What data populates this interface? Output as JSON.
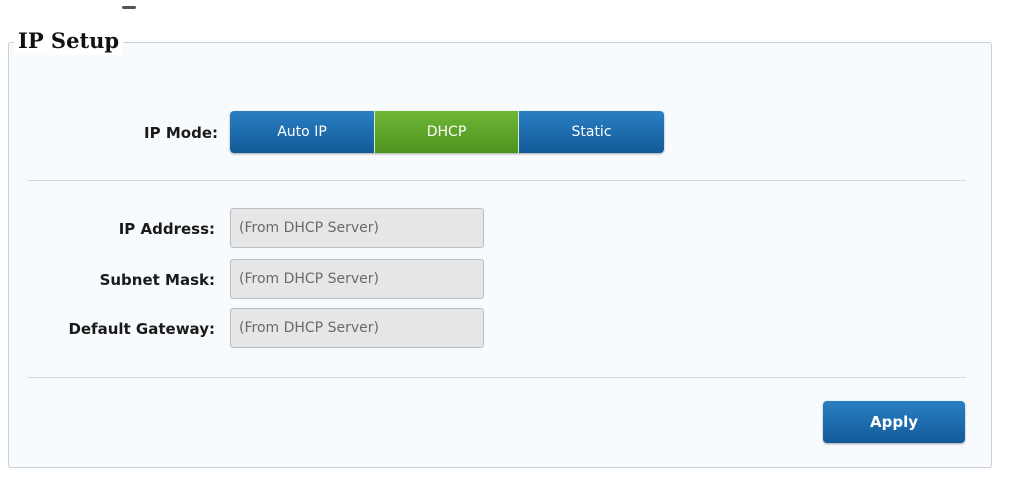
{
  "panel": {
    "title": "IP Setup"
  },
  "ip_mode": {
    "label": "IP Mode:",
    "options": [
      {
        "label": "Auto IP",
        "selected": false
      },
      {
        "label": "DHCP",
        "selected": true
      },
      {
        "label": "Static",
        "selected": false
      }
    ]
  },
  "fields": {
    "ip_address": {
      "label": "IP Address:",
      "placeholder": "(From DHCP Server)",
      "value": ""
    },
    "subnet_mask": {
      "label": "Subnet Mask:",
      "placeholder": "(From DHCP Server)",
      "value": ""
    },
    "default_gateway": {
      "label": "Default Gateway:",
      "placeholder": "(From DHCP Server)",
      "value": ""
    }
  },
  "actions": {
    "apply_label": "Apply"
  },
  "colors": {
    "button_blue": "#1b6aad",
    "selected_green": "#5fa52a",
    "input_disabled_bg": "#e6e6e6",
    "panel_bg": "#f8fbfd",
    "panel_border": "#c9cfd4"
  }
}
